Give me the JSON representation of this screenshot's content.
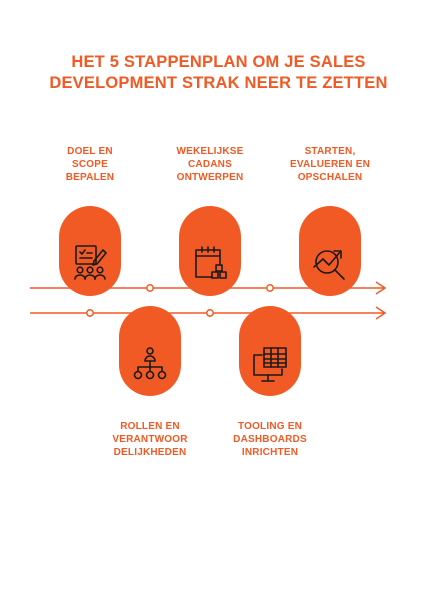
{
  "title": "HET 5 STAPPENPLAN OM JE SALES DEVELOPMENT STRAK NEER TE ZETTEN",
  "colors": {
    "accent": "#f15a24",
    "icon": "#1a1a1a",
    "background": "#ffffff"
  },
  "steps": [
    {
      "label": "DOEL EN\nSCOPE\nBEPALEN",
      "icon": "checklist-team-icon"
    },
    {
      "label": "ROLLEN EN\nVERANTWOOR\nDELIJKHEDEN",
      "icon": "org-chart-icon"
    },
    {
      "label": "WEKELIJKSE\nCADANS\nONTWERPEN",
      "icon": "calendar-icon"
    },
    {
      "label": "TOOLING EN\nDASHBOARDS\nINRICHTEN",
      "icon": "dashboard-monitor-icon"
    },
    {
      "label": "STARTEN,\nEVALUEREN EN\nOPSCHALEN",
      "icon": "growth-search-icon"
    }
  ]
}
